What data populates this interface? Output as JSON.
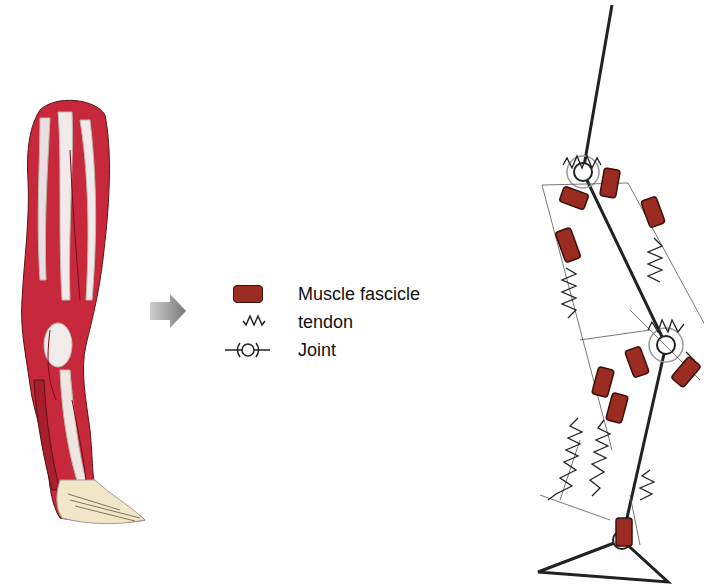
{
  "diagram": {
    "legend": [
      {
        "text": "Muscle fascicle",
        "color": "#9a2c22"
      },
      {
        "text": "tendon"
      },
      {
        "text": "Joint"
      }
    ]
  }
}
